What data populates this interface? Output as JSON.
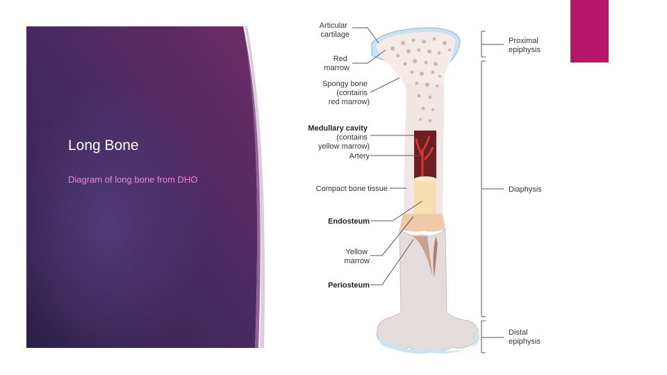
{
  "slide": {
    "title": "Long Bone",
    "subtitle": "Diagram of long bone from DHO",
    "accent_color": "#b7156a",
    "panel_colors": [
      "#2a2048",
      "#5a2a6a",
      "#6e2c66"
    ]
  },
  "diagram": {
    "left_labels": {
      "articular_cartilage": [
        "Articular",
        "cartilage"
      ],
      "red_marrow": [
        "Red",
        "marrow"
      ],
      "spongy_bone": [
        "Spongy bone",
        "(contains",
        "red marrow)"
      ],
      "medullary_cavity": [
        "Medullary cavity",
        "(contains",
        "yellow marrow)"
      ],
      "artery": "Artery",
      "compact_bone": "Compact bone tissue",
      "endosteum": "Endosteum",
      "yellow_marrow": [
        "Yellow",
        "marrow"
      ],
      "periosteum": "Periosteum"
    },
    "right_labels": {
      "proximal_epiphysis": [
        "Proximal",
        "epiphysis"
      ],
      "diaphysis": "Diaphysis",
      "distal_epiphysis": [
        "Distal",
        "epiphysis"
      ]
    }
  }
}
